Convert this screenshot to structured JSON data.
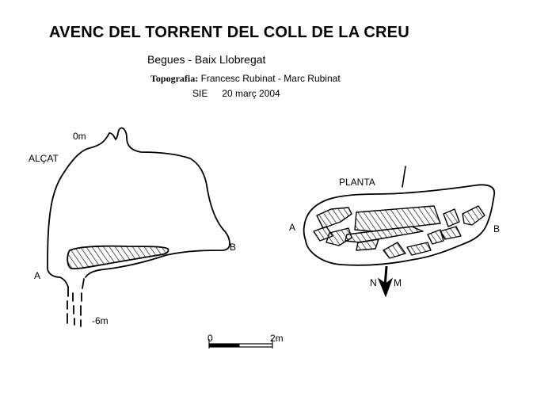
{
  "header": {
    "title": "AVENC DEL TORRENT DEL COLL DE LA CREU",
    "location": "Begues - Baix Llobregat",
    "topography_label": "Topografia:",
    "topography_authors": "Francesc Rubinat - Marc Rubinat",
    "org": "SIE",
    "date": "20 març 2004"
  },
  "section_view": {
    "title": "ALÇAT",
    "depth_top": "0m",
    "depth_bottom": "-6m",
    "point_a": "A",
    "point_b": "B"
  },
  "plan_view": {
    "title": "PLANTA",
    "point_a": "A",
    "point_b": "B",
    "north_n": "N",
    "north_m": "M"
  },
  "scale_bar": {
    "start_label": "0",
    "end_label": "2m"
  }
}
